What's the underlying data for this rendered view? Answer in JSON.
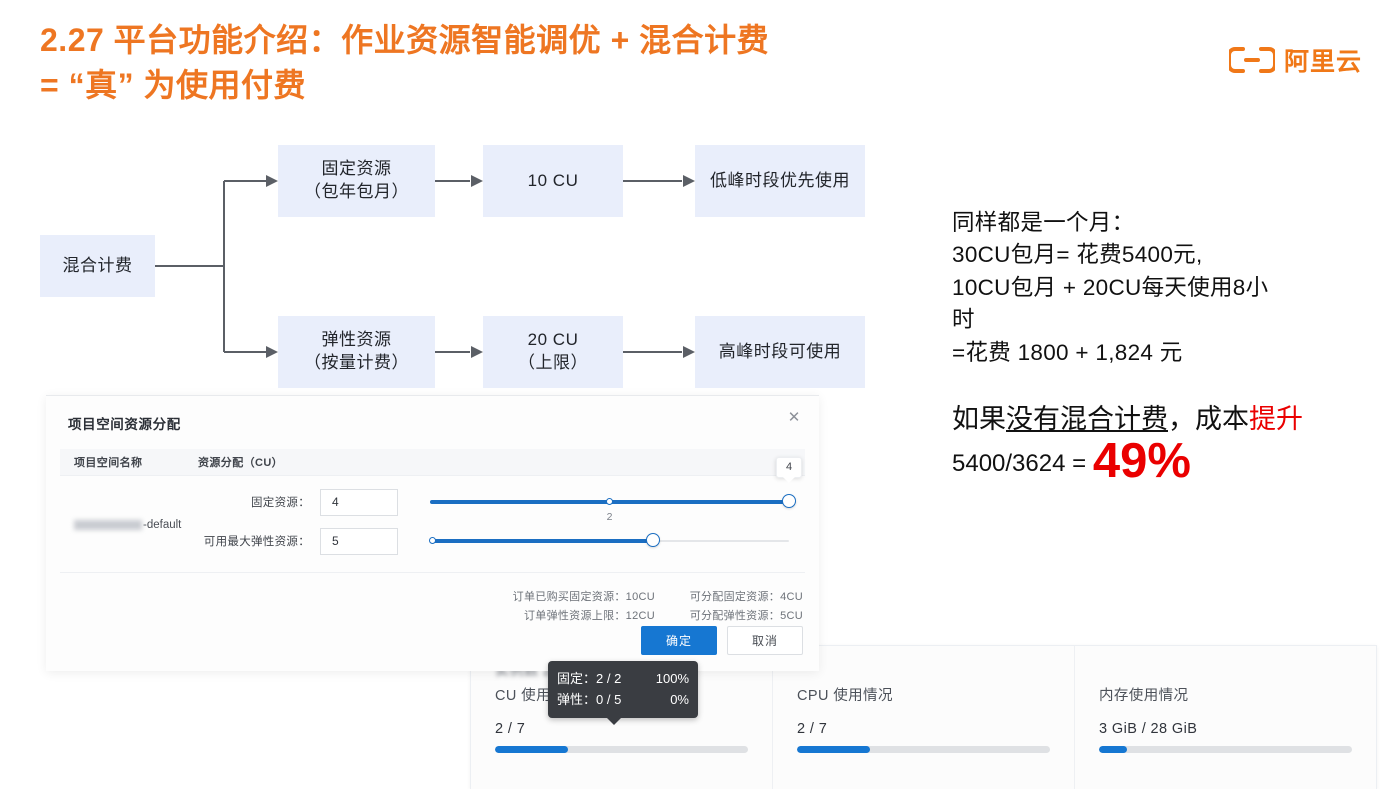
{
  "slide": {
    "title_line1": "2.27 平台功能介绍：作业资源智能调优 + 混合计费",
    "title_line2": "= “真” 为使用付费",
    "title_color": "#ee7622",
    "brand": {
      "name": "阿里云",
      "color": "#f07818",
      "icon": "alibaba-cloud-logo-icon"
    }
  },
  "flow": {
    "nodes": {
      "root": "混合计费",
      "fixed_l1": "固定资源",
      "fixed_l2": "（包年包月）",
      "elastic_l1": "弹性资源",
      "elastic_l2": "（按量计费）",
      "cu10": "10 CU",
      "cu20_l1": "20 CU",
      "cu20_l2": "（上限）",
      "low_peak": "低峰时段优先使用",
      "high_peak": "高峰时段可使用"
    },
    "node_fill": "#e9eefb",
    "arrow_color": "#5b5f66"
  },
  "right_text": {
    "lines": [
      "同样都是一个月：",
      "30CU包月= 花费5400元,",
      "10CU包月 + 20CU每天使用8小",
      "时",
      "=花费 1800 + 1,824 元"
    ]
  },
  "conclusion": {
    "prefix": "如果",
    "underlined": "没有混合计费",
    "middle": "，成本",
    "red_word": "提升",
    "ratio": "5400/3624 = ",
    "highlight": "49%",
    "highlight_color": "#ea0000"
  },
  "dialog": {
    "title": "项目空间资源分配",
    "close_icon": "close-icon",
    "columns": [
      "项目空间名称",
      "资源分配（CU）"
    ],
    "row": {
      "name_suffix": "-default",
      "fields": [
        {
          "label": "固定资源：",
          "value": "4",
          "fill_percent": 100,
          "tick_label": "2",
          "tick_percent": 50,
          "bubble": "4"
        },
        {
          "label": "可用最大弹性资源：",
          "value": "5",
          "fill_percent": 62,
          "tick_label": "",
          "tick_percent": 0,
          "bubble": ""
        }
      ]
    },
    "meta": [
      {
        "left": "订单已购买固定资源：10CU",
        "right": "可分配固定资源：4CU"
      },
      {
        "left": "订单弹性资源上限：12CU",
        "right": "可分配弹性资源：5CU"
      }
    ],
    "confirm_label": "确定",
    "cancel_label": "取消",
    "primary_color": "#1677d2"
  },
  "tooltip": {
    "rows": [
      {
        "label": "固定：2 / 2",
        "pct": "100%"
      },
      {
        "label": "弹性：0 / 5",
        "pct": "0%"
      }
    ]
  },
  "usage": {
    "obscured_label": "实例数 2 / 2",
    "cards": [
      {
        "title": "CU 使用情况",
        "value": "2 / 7",
        "percent": 29
      },
      {
        "title": "CPU 使用情况",
        "value": "2 / 7",
        "percent": 29
      },
      {
        "title": "内存使用情况",
        "value": "3 GiB / 28 GiB",
        "percent": 11
      }
    ],
    "bar_color": "#1677d2"
  }
}
